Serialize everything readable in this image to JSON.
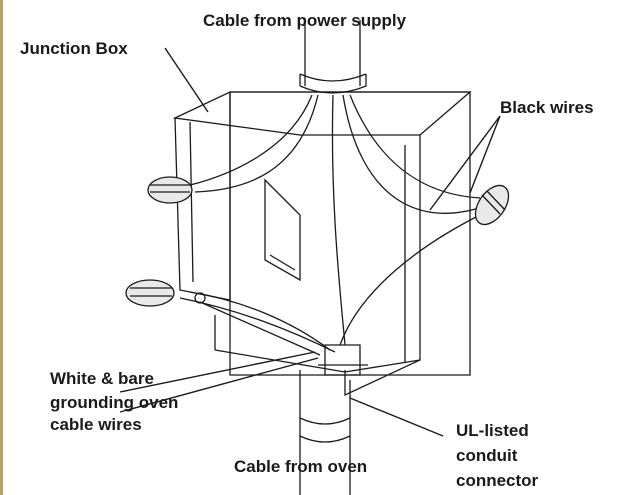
{
  "colors": {
    "background": "#ffffff",
    "line": "#1a1a1a",
    "box_fill": "#ffffff",
    "nut_fill": "#e9e9e9",
    "left_edge": "#b9a26a"
  },
  "labels": {
    "cable_power": "Cable from power supply",
    "junction_box": "Junction Box",
    "black_wires": "Black wires",
    "white_bare": [
      "White & bare",
      "grounding oven",
      "cable wires"
    ],
    "cable_oven": "Cable from oven",
    "conduit": [
      "UL-listed",
      "conduit",
      "connector"
    ]
  }
}
